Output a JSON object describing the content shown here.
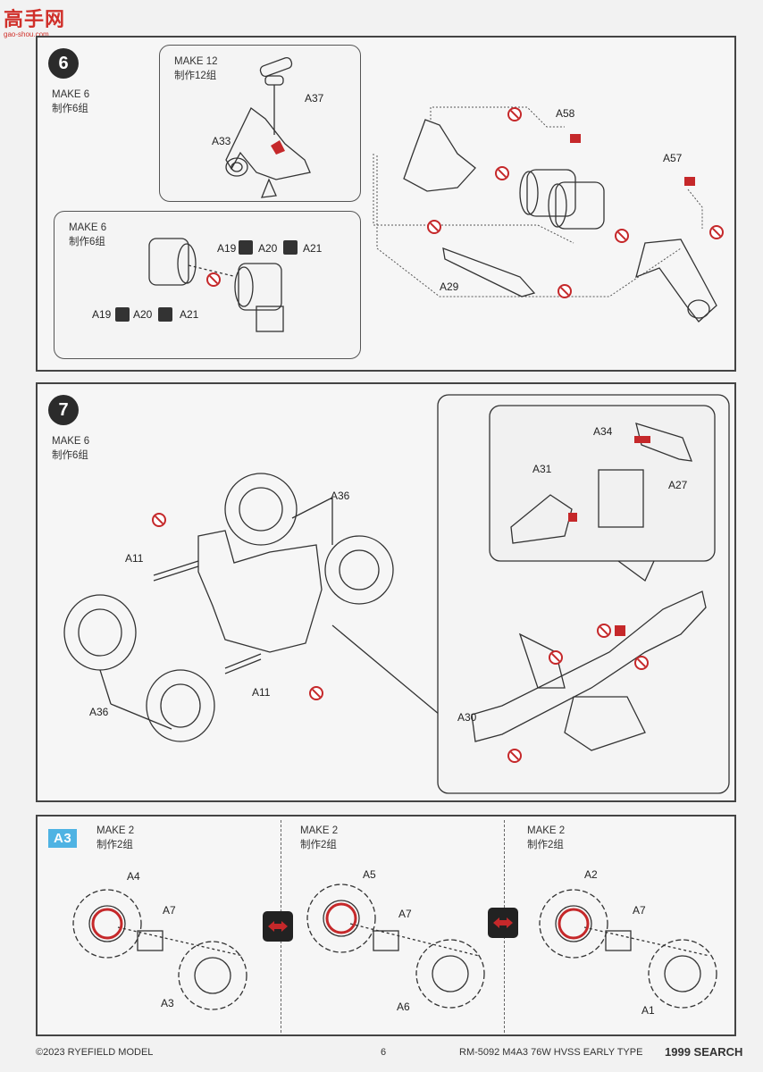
{
  "header": {
    "logo_text": "高手网",
    "logo_url": "gao-shou.com"
  },
  "step6": {
    "number": "6",
    "make_en": "MAKE 6",
    "make_cn": "制作6组",
    "box_a": {
      "make_en": "MAKE 12",
      "make_cn": "制作12组",
      "labels": [
        "A37",
        "A33"
      ]
    },
    "box_b": {
      "make_en": "MAKE 6",
      "make_cn": "制作6组",
      "row1": [
        "A19",
        "A20",
        "A21"
      ],
      "row2": [
        "A19",
        "A20",
        "A21"
      ]
    },
    "main_labels": [
      "A58",
      "A57",
      "A29"
    ]
  },
  "step7": {
    "number": "7",
    "make_en": "MAKE 6",
    "make_cn": "制作6组",
    "labels": [
      "A36",
      "A11",
      "A36",
      "A11",
      "A30"
    ],
    "detail_labels": [
      "A34",
      "A31",
      "A27"
    ]
  },
  "sectionA3": {
    "badge": "A3",
    "columns": [
      {
        "make_en": "MAKE 2",
        "make_cn": "制作2组",
        "labels": [
          "A4",
          "A7",
          "A3"
        ]
      },
      {
        "make_en": "MAKE 2",
        "make_cn": "制作2组",
        "labels": [
          "A5",
          "A7",
          "A6"
        ]
      },
      {
        "make_en": "MAKE 2",
        "make_cn": "制作2组",
        "labels": [
          "A2",
          "A7",
          "A1"
        ]
      }
    ]
  },
  "footer": {
    "copyright": "©2023 RYEFIELD MODEL",
    "page": "6",
    "product": "RM-5092 M4A3 76W HVSS EARLY TYPE",
    "watermark": "1999 SEARCH"
  },
  "colors": {
    "accent_red": "#c5282a",
    "badge_blue": "#4fb3e3"
  }
}
